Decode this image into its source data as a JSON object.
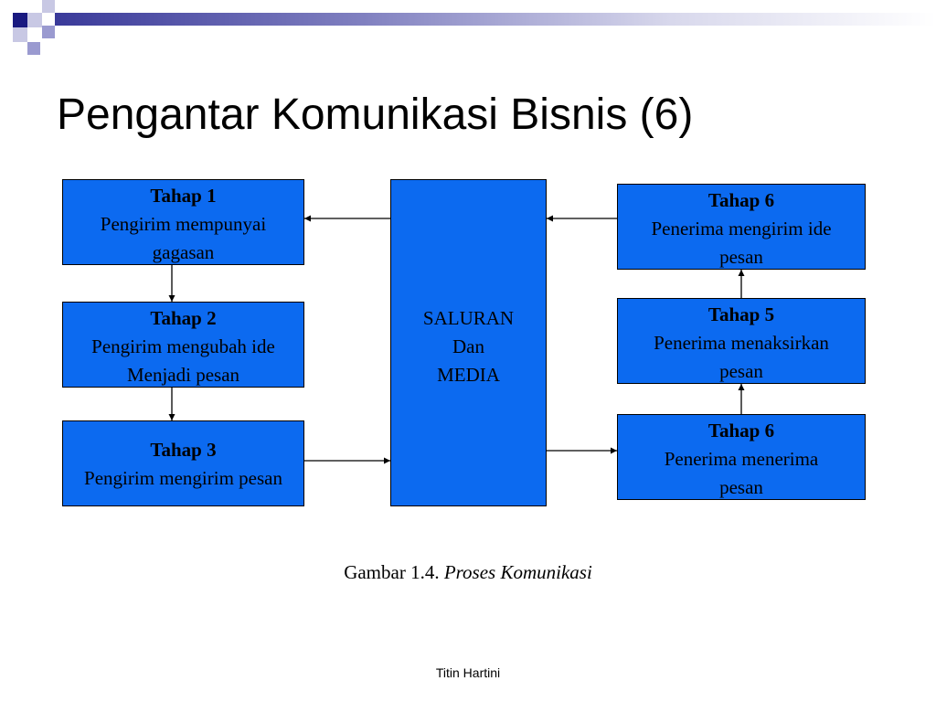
{
  "title": "Pengantar Komunikasi Bisnis (6)",
  "colors": {
    "box_fill": "#0c6af0",
    "box_border": "#000000",
    "header_dark": "#3a3a9a",
    "header_light": "#d8d8ec"
  },
  "left_steps": [
    {
      "title": "Tahap 1",
      "line1": "Pengirim mempunyai",
      "line2": "gagasan"
    },
    {
      "title": "Tahap 2",
      "line1": "Pengirim mengubah ide",
      "line2": "Menjadi pesan"
    },
    {
      "title": "Tahap 3",
      "line1": "Pengirim mengirim pesan"
    }
  ],
  "center": {
    "line1": "SALURAN",
    "line2": "Dan",
    "line3": "MEDIA"
  },
  "right_steps": [
    {
      "title": "Tahap 6",
      "line1": "Penerima mengirim ide",
      "line2": "pesan"
    },
    {
      "title": "Tahap 5",
      "line1": "Penerima menaksirkan",
      "line2": "pesan"
    },
    {
      "title": "Tahap 6",
      "line1": "Penerima menerima",
      "line2": "pesan"
    }
  ],
  "caption": {
    "prefix": "Gambar 1.4.",
    "italic": "Proses Komunikasi"
  },
  "footer": "Titin Hartini"
}
